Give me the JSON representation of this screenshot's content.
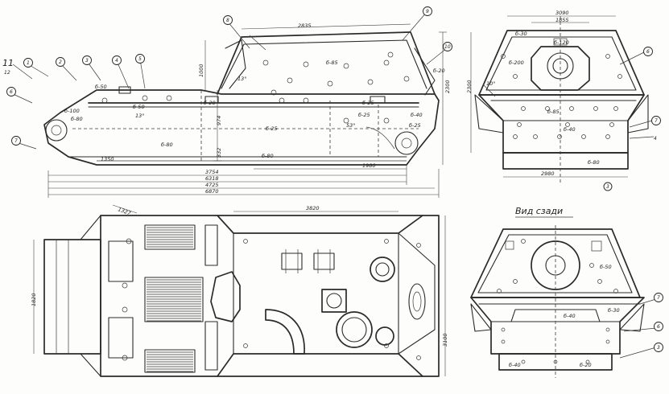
{
  "view_labels": {
    "rear_view": "Вид сзади"
  },
  "side_view": {
    "plate_labels": [
      "б-85",
      "б-50",
      "б-25",
      "б-80",
      "б-80",
      "б-25",
      "б-25",
      "б-50",
      "б-20",
      "б-25",
      "б-80",
      "б-100",
      "б-40",
      "б-20"
    ],
    "dimensions": [
      "2835",
      "3754",
      "6318",
      "4725",
      "6870",
      "1980",
      "1350",
      "2300",
      "1000",
      "974",
      "332"
    ],
    "callouts": [
      "1",
      "2",
      "3",
      "4",
      "5",
      "6",
      "7",
      "8",
      "9",
      "10",
      "11",
      "12"
    ],
    "angle_labels": [
      "13°",
      "53°",
      "13°"
    ]
  },
  "front_view": {
    "plate_labels": [
      "б-30",
      "б-200",
      "б-120",
      "б-85",
      "б-80",
      "б-40"
    ],
    "dimensions": [
      "3090",
      "1855",
      "2300",
      "2980"
    ],
    "callouts": [
      "6",
      "7",
      "4",
      "3"
    ],
    "angle_labels": [
      "10°"
    ]
  },
  "top_view": {
    "dimensions": [
      "3820",
      "1820",
      "3100",
      "1327"
    ]
  },
  "rear_view": {
    "plate_labels": [
      "б-50",
      "б-40",
      "б-40",
      "б-30",
      "б-20"
    ],
    "callouts": [
      "7",
      "6",
      "3"
    ]
  },
  "colors": {
    "ink": "#2b2b2b",
    "paper": "#fdfdfb"
  }
}
